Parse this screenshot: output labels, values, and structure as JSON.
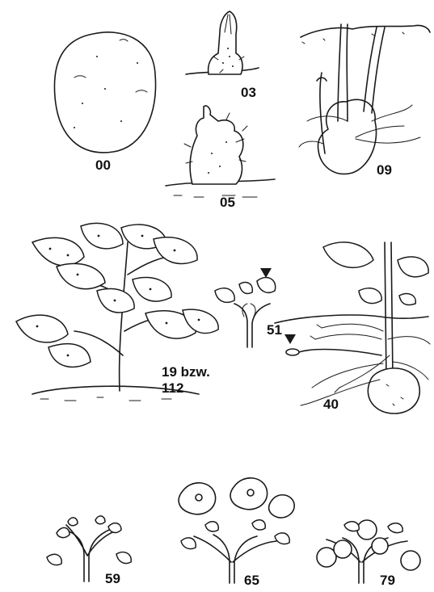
{
  "stages": [
    {
      "id": "tuber",
      "label": "00"
    },
    {
      "id": "sprout-initial",
      "label": "03"
    },
    {
      "id": "sprout-developed",
      "label": "05"
    },
    {
      "id": "emergence",
      "label": "09"
    },
    {
      "id": "leafy-plant",
      "label_line1": "19 bzw.",
      "label_line2": "112"
    },
    {
      "id": "flower-bud",
      "label": "51"
    },
    {
      "id": "tuber-formation",
      "label": "40"
    },
    {
      "id": "inflorescence-buds",
      "label": "59"
    },
    {
      "id": "flowering",
      "label": "65"
    },
    {
      "id": "berries",
      "label": "79"
    }
  ]
}
